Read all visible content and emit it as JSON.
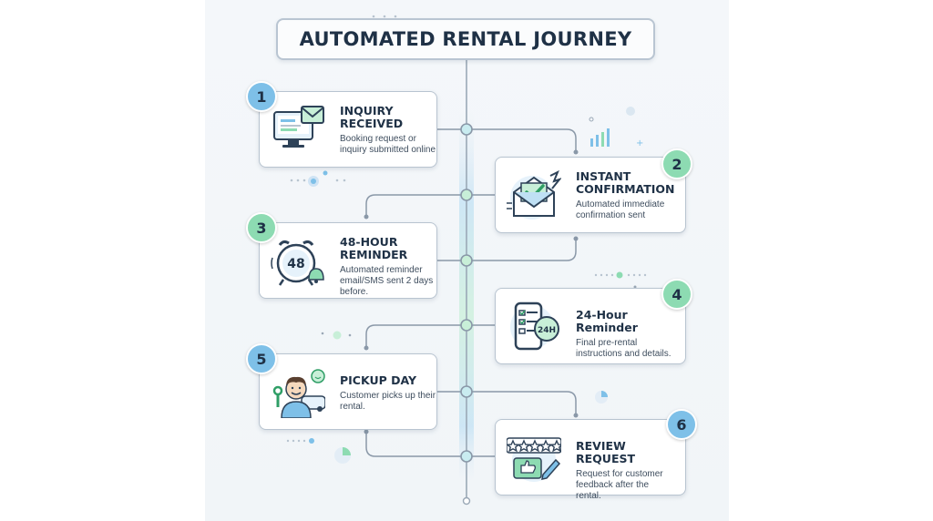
{
  "title": "AUTOMATED RENTAL JOURNEY",
  "colors": {
    "accent_blue": "#7ec0e8",
    "accent_green": "#8ddbb2",
    "ink": "#1f3146",
    "line": "#9aa8b6"
  },
  "steps": [
    {
      "num": "1",
      "title": "INQUIRY RECEIVED",
      "desc": "Booking request or inquiry submitted online",
      "icon": "computer-email-icon"
    },
    {
      "num": "2",
      "title": "INSTANT CONFIRMATION",
      "desc": "Automated immediate confirmation sent",
      "icon": "envelope-check-icon"
    },
    {
      "num": "3",
      "title": "48-HOUR REMINDER",
      "desc": "Automated reminder email/SMS sent 2 days before.",
      "icon": "alarm-clock-icon"
    },
    {
      "num": "4",
      "title": "24-Hour Reminder",
      "desc": "Final pre-rental instructions and details.",
      "icon": "phone-checklist-icon"
    },
    {
      "num": "5",
      "title": "PICKUP DAY",
      "desc": "Customer picks up their rental.",
      "icon": "customer-key-icon"
    },
    {
      "num": "6",
      "title": "REVIEW REQUEST",
      "desc": "Request for customer feedback after the rental.",
      "icon": "review-stars-icon"
    }
  ],
  "icon_labels": {
    "alarm": "48",
    "phone": "24H"
  }
}
